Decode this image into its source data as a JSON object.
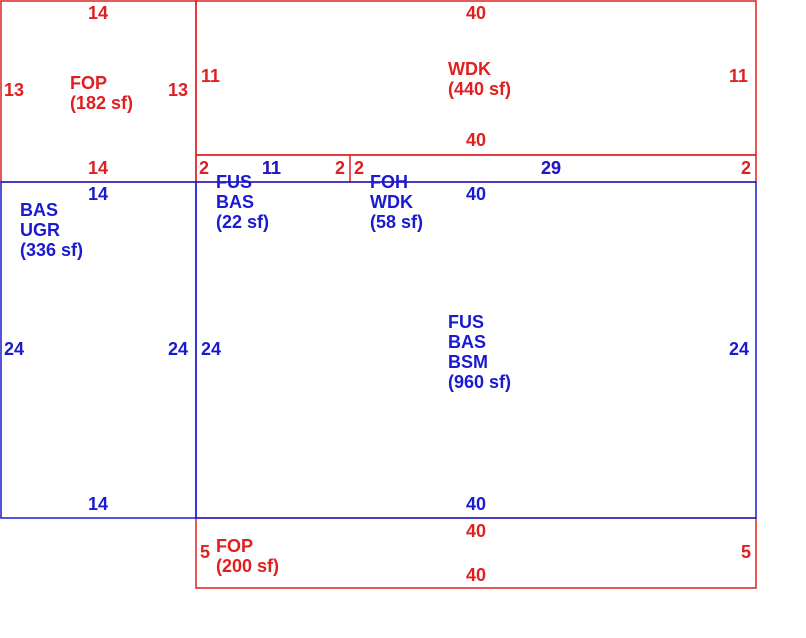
{
  "colors": {
    "red": "#e02020",
    "blue": "#1a1ad0"
  },
  "areas": {
    "fop_top": {
      "line1": "FOP",
      "line2": "(182 sf)"
    },
    "wdk_top": {
      "line1": "WDK",
      "line2": "(440 sf)"
    },
    "bas_ugr": {
      "line1": "BAS",
      "line2": "UGR",
      "line3": "(336 sf)"
    },
    "fus_bas_small": {
      "line1": "FUS",
      "line2": "BAS",
      "line3": "(22 sf)"
    },
    "foh_wdk": {
      "line1": "FOH",
      "line2": "WDK",
      "line3": "(58 sf)"
    },
    "fus_bas_bsm": {
      "line1": "FUS",
      "line2": "BAS",
      "line3": "BSM",
      "line4": "(960 sf)"
    },
    "fop_bottom": {
      "line1": "FOP",
      "line2": "(200 sf)"
    }
  },
  "dims": {
    "fop_top_top": "14",
    "fop_top_left": "13",
    "fop_top_right": "13",
    "fop_top_bottom": "14",
    "wdk_top": "40",
    "wdk_left": "11",
    "wdk_right": "11",
    "wdk_bottom": "40",
    "strip_left": "2",
    "strip_11_red": "11",
    "strip_11_blue": "11",
    "strip_mid_right": "2",
    "strip_mid_left": "2",
    "strip_29_red": "29",
    "strip_29_blue": "29",
    "strip_right": "2",
    "bas_top": "14",
    "bas_left": "24",
    "bas_right": "24",
    "bas_bottom": "14",
    "main_top": "40",
    "main_left": "24",
    "main_right": "24",
    "main_bottom": "40",
    "fop_bot_top": "40",
    "fop_bot_left": "5",
    "fop_bot_right": "5",
    "fop_bot_bottom": "40"
  }
}
